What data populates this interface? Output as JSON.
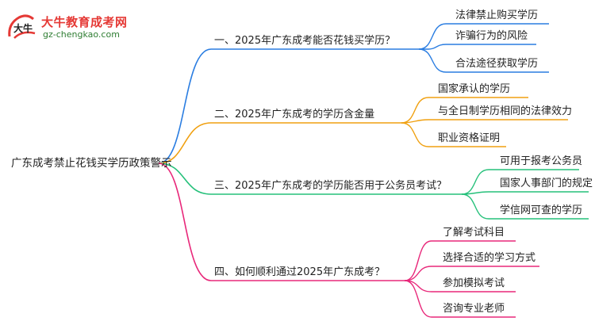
{
  "logo": {
    "title": "大牛教育成考网",
    "url": "gz-chengkao.com",
    "mark_text": "大牛"
  },
  "colors": {
    "branch1": "#2a7de1",
    "branch2": "#f0a010",
    "branch3": "#25c07a",
    "branch4": "#e8287a",
    "root_line": "#666666"
  },
  "root": "广东成考禁止花钱买学历政策警示",
  "branches": [
    {
      "label": "一、2025年广东成考能否花钱买学历？",
      "children": [
        "法律禁止购买学历",
        "诈骗行为的风险",
        "合法途径获取学历"
      ]
    },
    {
      "label": "二、2025年广东成考的学历含金量",
      "children": [
        "国家承认的学历",
        "与全日制学历相同的法律效力",
        "职业资格证明"
      ]
    },
    {
      "label": "三、2025年广东成考的学历能否用于公务员考试？",
      "children": [
        "可用于报考公务员",
        "国家人事部门的规定",
        "学信网可查的学历"
      ]
    },
    {
      "label": "四、如何顺利通过2025年广东成考？",
      "children": [
        "了解考试科目",
        "选择合适的学习方式",
        "参加模拟考试",
        "咨询专业老师"
      ]
    }
  ]
}
